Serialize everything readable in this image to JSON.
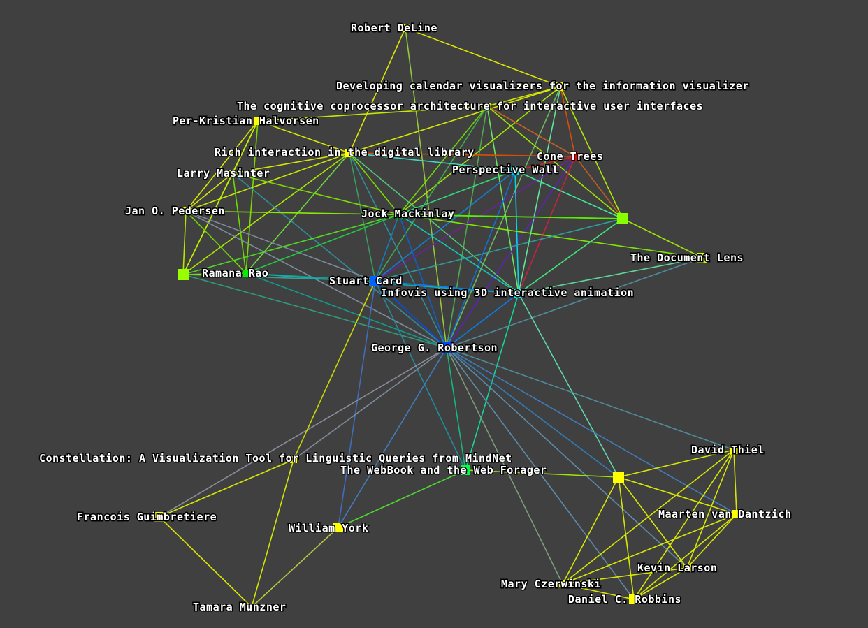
{
  "graph": {
    "nodes": [
      {
        "id": "n1",
        "label": "Robert DeLine",
        "color": "#ffff00"
      },
      {
        "id": "n2",
        "label": "Developing calendar visualizers for the information visualizer",
        "color": "#ffff00"
      },
      {
        "id": "n3",
        "label": "The cognitive coprocessor architecture for interactive user interfaces",
        "color": "#c8ff00"
      },
      {
        "id": "n4",
        "label": "Per-Kristian Halvorsen",
        "color": "#ffff00"
      },
      {
        "id": "n5",
        "label": "Rich interaction in the digital library",
        "color": "#ffff00"
      },
      {
        "id": "n6",
        "label": "Cone Trees",
        "color": "#ff0000"
      },
      {
        "id": "n7",
        "label": "Perspective Wall",
        "color": "#00e5ff"
      },
      {
        "id": "n8",
        "label": "Larry Masinter",
        "color": "#ffff00"
      },
      {
        "id": "n9",
        "label": "Jan O. Pedersen",
        "color": "#ffff00"
      },
      {
        "id": "n10",
        "label": "Jock Mackinlay",
        "color": "#00dd00"
      },
      {
        "id": "n11",
        "label": "",
        "color": "#88ff00"
      },
      {
        "id": "n12",
        "label": "The Document Lens",
        "color": "#ccff00"
      },
      {
        "id": "n13",
        "label": "",
        "color": "#99ff00"
      },
      {
        "id": "n14",
        "label": "Ramana Rao",
        "color": "#00ee00"
      },
      {
        "id": "n15",
        "label": "Stuart Card",
        "color": "#0066ff"
      },
      {
        "id": "n16",
        "label": "Infovis using 3D interactive animation",
        "color": "#00ffff"
      },
      {
        "id": "n17",
        "label": "George G. Robertson",
        "color": "#0044ff"
      },
      {
        "id": "n18",
        "label": "Constellation: A Visualization Tool for Linguistic Queries from MindNet",
        "color": "#ffff00"
      },
      {
        "id": "n19",
        "label": "The WebBook and the Web Forager",
        "color": "#00ff44"
      },
      {
        "id": "n20",
        "label": "David Thiel",
        "color": "#ffff00"
      },
      {
        "id": "n21",
        "label": "",
        "color": "#ffff00"
      },
      {
        "id": "n22",
        "label": "Francois Guimbretiere",
        "color": "#ffff00"
      },
      {
        "id": "n23",
        "label": "William York",
        "color": "#ffff00"
      },
      {
        "id": "n24",
        "label": "Maarten van Dantzich",
        "color": "#ffff00"
      },
      {
        "id": "n25",
        "label": "Kevin Larson",
        "color": "#ffff00"
      },
      {
        "id": "n26",
        "label": "Mary Czerwinski",
        "color": "#ffff00"
      },
      {
        "id": "n27",
        "label": "Daniel C. Robbins",
        "color": "#ffff00"
      },
      {
        "id": "n28",
        "label": "Tamara Munzner",
        "color": "#ffff00"
      }
    ],
    "edges": [
      {
        "source": "n1",
        "target": "n2",
        "color": "#e6f000"
      },
      {
        "source": "n1",
        "target": "n5",
        "color": "#e6f000"
      },
      {
        "source": "n1",
        "target": "n17",
        "color": "#9ad03a"
      },
      {
        "source": "n2",
        "target": "n3",
        "color": "#d8f000"
      },
      {
        "source": "n2",
        "target": "n5",
        "color": "#e0f000"
      },
      {
        "source": "n2",
        "target": "n6",
        "color": "#e05000"
      },
      {
        "source": "n2",
        "target": "n10",
        "color": "#a8f000"
      },
      {
        "source": "n2",
        "target": "n16",
        "color": "#60f0a0"
      },
      {
        "source": "n2",
        "target": "n17",
        "color": "#70c060"
      },
      {
        "source": "n2",
        "target": "n11",
        "color": "#b8f000"
      },
      {
        "source": "n3",
        "target": "n4",
        "color": "#ccf000"
      },
      {
        "source": "n3",
        "target": "n10",
        "color": "#70e000"
      },
      {
        "source": "n3",
        "target": "n15",
        "color": "#40b050"
      },
      {
        "source": "n3",
        "target": "n16",
        "color": "#70f060"
      },
      {
        "source": "n3",
        "target": "n17",
        "color": "#50b050"
      },
      {
        "source": "n3",
        "target": "n6",
        "color": "#d06020"
      },
      {
        "source": "n3",
        "target": "n11",
        "color": "#a0f000"
      },
      {
        "source": "n4",
        "target": "n5",
        "color": "#e0f000"
      },
      {
        "source": "n4",
        "target": "n8",
        "color": "#e0f000"
      },
      {
        "source": "n4",
        "target": "n9",
        "color": "#e0f000"
      },
      {
        "source": "n4",
        "target": "n14",
        "color": "#80e000"
      },
      {
        "source": "n4",
        "target": "n13",
        "color": "#c0f000"
      },
      {
        "source": "n5",
        "target": "n8",
        "color": "#e0f000"
      },
      {
        "source": "n5",
        "target": "n9",
        "color": "#d0f000"
      },
      {
        "source": "n5",
        "target": "n13",
        "color": "#b0f000"
      },
      {
        "source": "n5",
        "target": "n14",
        "color": "#70e040"
      },
      {
        "source": "n5",
        "target": "n10",
        "color": "#80e000"
      },
      {
        "source": "n5",
        "target": "n15",
        "color": "#3aa060"
      },
      {
        "source": "n5",
        "target": "n16",
        "color": "#50d080"
      },
      {
        "source": "n5",
        "target": "n17",
        "color": "#3090a0"
      },
      {
        "source": "n5",
        "target": "n6",
        "color": "#e05000"
      },
      {
        "source": "n5",
        "target": "n7",
        "color": "#40e0d0"
      },
      {
        "source": "n6",
        "target": "n7",
        "color": "#e02020"
      },
      {
        "source": "n6",
        "target": "n11",
        "color": "#c06020"
      },
      {
        "source": "n6",
        "target": "n15",
        "color": "#7020a0"
      },
      {
        "source": "n6",
        "target": "n16",
        "color": "#d02040"
      },
      {
        "source": "n6",
        "target": "n17",
        "color": "#6020c0"
      },
      {
        "source": "n7",
        "target": "n10",
        "color": "#30e080"
      },
      {
        "source": "n7",
        "target": "n15",
        "color": "#1080e0"
      },
      {
        "source": "n7",
        "target": "n16",
        "color": "#00e0f0"
      },
      {
        "source": "n7",
        "target": "n17",
        "color": "#1070e0"
      },
      {
        "source": "n7",
        "target": "n11",
        "color": "#40f0a0"
      },
      {
        "source": "n8",
        "target": "n9",
        "color": "#e0f000"
      },
      {
        "source": "n8",
        "target": "n13",
        "color": "#c0f000"
      },
      {
        "source": "n8",
        "target": "n14",
        "color": "#70e000"
      },
      {
        "source": "n8",
        "target": "n10",
        "color": "#80e000"
      },
      {
        "source": "n8",
        "target": "n17",
        "color": "#3090a0"
      },
      {
        "source": "n9",
        "target": "n13",
        "color": "#c0f000"
      },
      {
        "source": "n9",
        "target": "n14",
        "color": "#70e000"
      },
      {
        "source": "n9",
        "target": "n15",
        "color": "#8090a0"
      },
      {
        "source": "n9",
        "target": "n17",
        "color": "#8090a0"
      },
      {
        "source": "n9",
        "target": "n11",
        "color": "#90f000"
      },
      {
        "source": "n10",
        "target": "n13",
        "color": "#50e020"
      },
      {
        "source": "n10",
        "target": "n14",
        "color": "#20d040"
      },
      {
        "source": "n10",
        "target": "n15",
        "color": "#1080c0"
      },
      {
        "source": "n10",
        "target": "n16",
        "color": "#10d0c0"
      },
      {
        "source": "n10",
        "target": "n17",
        "color": "#1060d0"
      },
      {
        "source": "n10",
        "target": "n11",
        "color": "#50f000"
      },
      {
        "source": "n10",
        "target": "n12",
        "color": "#80f000"
      },
      {
        "source": "n11",
        "target": "n16",
        "color": "#40f080"
      },
      {
        "source": "n11",
        "target": "n12",
        "color": "#a0f000"
      },
      {
        "source": "n11",
        "target": "n15",
        "color": "#30a0a0"
      },
      {
        "source": "n12",
        "target": "n16",
        "color": "#60e0a0"
      },
      {
        "source": "n12",
        "target": "n17",
        "color": "#5090a0"
      },
      {
        "source": "n13",
        "target": "n14",
        "color": "#90f000"
      },
      {
        "source": "n13",
        "target": "n15",
        "color": "#40a090"
      },
      {
        "source": "n13",
        "target": "n17",
        "color": "#30a080"
      },
      {
        "source": "n14",
        "target": "n15",
        "color": "#10a080"
      },
      {
        "source": "n14",
        "target": "n16",
        "color": "#10b0c0"
      },
      {
        "source": "n14",
        "target": "n17",
        "color": "#10a090"
      },
      {
        "source": "n15",
        "target": "n16",
        "color": "#0a80f0"
      },
      {
        "source": "n15",
        "target": "n17",
        "color": "#0050f0"
      },
      {
        "source": "n15",
        "target": "n19",
        "color": "#2090a0"
      },
      {
        "source": "n15",
        "target": "n23",
        "color": "#4070c0"
      },
      {
        "source": "n16",
        "target": "n17",
        "color": "#0a80f0"
      },
      {
        "source": "n16",
        "target": "n19",
        "color": "#10e0a0"
      },
      {
        "source": "n16",
        "target": "n21",
        "color": "#60e0b0"
      },
      {
        "source": "n17",
        "target": "n18",
        "color": "#8090a0"
      },
      {
        "source": "n17",
        "target": "n19",
        "color": "#10c080"
      },
      {
        "source": "n17",
        "target": "n20",
        "color": "#5090a0"
      },
      {
        "source": "n17",
        "target": "n21",
        "color": "#3080c0"
      },
      {
        "source": "n17",
        "target": "n22",
        "color": "#9090a0"
      },
      {
        "source": "n17",
        "target": "n23",
        "color": "#4080c0"
      },
      {
        "source": "n17",
        "target": "n24",
        "color": "#4080c0"
      },
      {
        "source": "n17",
        "target": "n25",
        "color": "#6090b0"
      },
      {
        "source": "n17",
        "target": "n26",
        "color": "#80a080"
      },
      {
        "source": "n17",
        "target": "n27",
        "color": "#6090b0"
      },
      {
        "source": "n18",
        "target": "n22",
        "color": "#e0f000"
      },
      {
        "source": "n18",
        "target": "n28",
        "color": "#d8f000"
      },
      {
        "source": "n18",
        "target": "n15",
        "color": "#d0e000"
      },
      {
        "source": "n19",
        "target": "n21",
        "color": "#a0f000"
      },
      {
        "source": "n19",
        "target": "n23",
        "color": "#50e030"
      },
      {
        "source": "n20",
        "target": "n21",
        "color": "#e0f000"
      },
      {
        "source": "n20",
        "target": "n24",
        "color": "#e0f000"
      },
      {
        "source": "n20",
        "target": "n25",
        "color": "#e0f000"
      },
      {
        "source": "n20",
        "target": "n26",
        "color": "#e0f000"
      },
      {
        "source": "n20",
        "target": "n27",
        "color": "#e0f000"
      },
      {
        "source": "n21",
        "target": "n24",
        "color": "#e0f000"
      },
      {
        "source": "n21",
        "target": "n25",
        "color": "#e0f000"
      },
      {
        "source": "n21",
        "target": "n26",
        "color": "#e0f000"
      },
      {
        "source": "n21",
        "target": "n27",
        "color": "#e0f000"
      },
      {
        "source": "n22",
        "target": "n28",
        "color": "#e0f000"
      },
      {
        "source": "n23",
        "target": "n28",
        "color": "#c0d040"
      },
      {
        "source": "n24",
        "target": "n25",
        "color": "#e0f000"
      },
      {
        "source": "n24",
        "target": "n26",
        "color": "#e0f000"
      },
      {
        "source": "n24",
        "target": "n27",
        "color": "#e0f000"
      },
      {
        "source": "n25",
        "target": "n26",
        "color": "#e0f000"
      },
      {
        "source": "n25",
        "target": "n27",
        "color": "#e0f000"
      },
      {
        "source": "n26",
        "target": "n27",
        "color": "#e0f000"
      }
    ]
  }
}
